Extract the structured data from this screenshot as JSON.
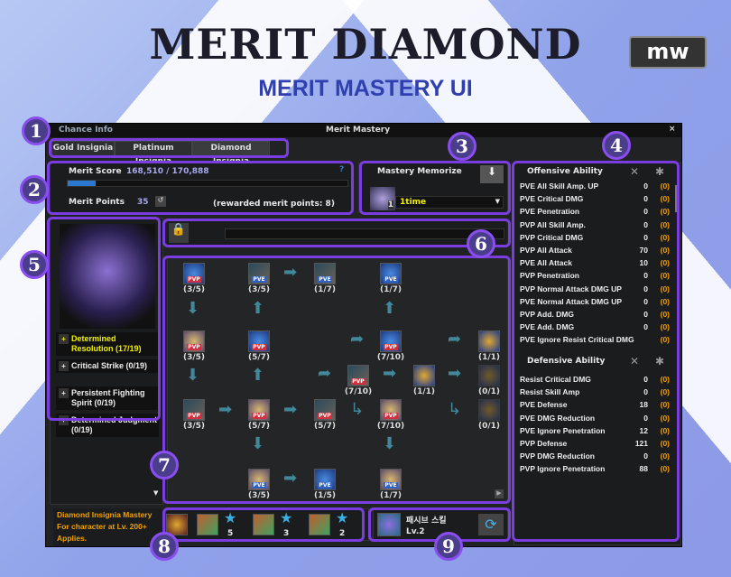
{
  "header": {
    "title": "MERIT DIAMOND",
    "subtitle": "MERIT MASTERY UI",
    "logo_text": "mw"
  },
  "window": {
    "title": "Merit Mastery",
    "chance_info": "Chance Info",
    "close": "×"
  },
  "tabs": [
    "Gold Insignia",
    "Platinum Insignia",
    "Diamond Insignia"
  ],
  "score": {
    "label": "Merit Score",
    "value": "168,510 / 170,888",
    "progress": 0.1,
    "help": "?",
    "points_label": "Merit Points",
    "points": "35",
    "rewarded": "(rewarded merit points: 8)"
  },
  "memorize": {
    "label": "Mastery Memorize",
    "slot": "1",
    "selected": "1time"
  },
  "masteries": [
    {
      "label": "Determined Resolution (17/19)",
      "active": true
    },
    {
      "label": "Critical Strike (0/19)"
    },
    {
      "label": "Persistent Fighting Spirit (0/19)"
    },
    {
      "label": "Determined Judgment (0/19)"
    }
  ],
  "description": [
    "Diamond Insignia Mastery",
    "For character at Lv. 200+",
    "Applies."
  ],
  "nodes": [
    {
      "tag": "PVP",
      "icon": "sword",
      "progress": "(3/5)"
    },
    {
      "tag": "PVE",
      "icon": "crossed-swords",
      "progress": "(3/5)"
    },
    {
      "tag": "PVE",
      "icon": "crossed-swords",
      "progress": "(1/7)"
    },
    {
      "tag": "PVE",
      "icon": "sword",
      "progress": "(1/7)"
    },
    {
      "tag": "PVP",
      "icon": "shield",
      "progress": "(3/5)"
    },
    {
      "tag": "PVP",
      "icon": "sword",
      "progress": "(5/7)"
    },
    {
      "tag": "PVP",
      "icon": "sword",
      "progress": "(7/10)"
    },
    {
      "tag": "",
      "icon": "medal",
      "progress": "(1/1)"
    },
    {
      "tag": "PVP",
      "icon": "crossed-swords",
      "progress": "(7/10)"
    },
    {
      "tag": "",
      "icon": "medal",
      "progress": "(1/1)"
    },
    {
      "tag": "",
      "icon": "medal-locked",
      "progress": "(0/1)"
    },
    {
      "tag": "PVP",
      "icon": "crossed-swords",
      "progress": "(3/5)"
    },
    {
      "tag": "PVP",
      "icon": "shield",
      "progress": "(5/7)"
    },
    {
      "tag": "PVP",
      "icon": "crossed-swords",
      "progress": "(5/7)"
    },
    {
      "tag": "PVP",
      "icon": "shield",
      "progress": "(7/10)"
    },
    {
      "tag": "",
      "icon": "medal-locked",
      "progress": "(0/1)"
    },
    {
      "tag": "PVE",
      "icon": "shield",
      "progress": "(3/5)"
    },
    {
      "tag": "PVE",
      "icon": "sword",
      "progress": "(1/5)"
    },
    {
      "tag": "PVE",
      "icon": "shield",
      "progress": "(1/7)"
    }
  ],
  "offensive": {
    "title": "Offensive Ability",
    "stats": [
      [
        "PVE All Skill Amp. UP",
        "0",
        "(0)"
      ],
      [
        "PVE Critical DMG",
        "0",
        "(0)"
      ],
      [
        "PVE Penetration",
        "0",
        "(0)"
      ],
      [
        "PVP All Skill Amp.",
        "0",
        "(0)"
      ],
      [
        "PVP Critical DMG",
        "0",
        "(0)"
      ],
      [
        "PVP All Attack",
        "70",
        "(0)"
      ],
      [
        "PVE All Attack",
        "10",
        "(0)"
      ],
      [
        "PVP Penetration",
        "0",
        "(0)"
      ],
      [
        "PVP Normal Attack DMG UP",
        "0",
        "(0)"
      ],
      [
        "PVE Normal Attack DMG UP",
        "0",
        "(0)"
      ],
      [
        "PVP Add. DMG",
        "0",
        "(0)"
      ],
      [
        "PVE Add. DMG",
        "0",
        "(0)"
      ],
      [
        "PVE Ignore Resist Critical DMG",
        "",
        "(0)"
      ]
    ]
  },
  "defensive": {
    "title": "Defensive Ability",
    "stats": [
      [
        "Resist Critical DMG",
        "0",
        "(0)"
      ],
      [
        "Resist Skill Amp",
        "0",
        "(0)"
      ],
      [
        "PVE Defense",
        "18",
        "(0)"
      ],
      [
        "PVE DMG Reduction",
        "0",
        "(0)"
      ],
      [
        "PVE Ignore Penetration",
        "12",
        "(0)"
      ],
      [
        "PVP Defense",
        "121",
        "(0)"
      ],
      [
        "PVP DMG Reduction",
        "0",
        "(0)"
      ],
      [
        "PVP Ignore Penetration",
        "88",
        "(0)"
      ]
    ]
  },
  "buffs": [
    {
      "icon": "bow",
      "stars": "5"
    },
    {
      "icon": "fist",
      "stars": "3"
    },
    {
      "icon": "bow",
      "stars": "2"
    }
  ],
  "passive": {
    "name": "패시브 스킬",
    "level": "Lv.2"
  },
  "callouts": [
    "1",
    "2",
    "3",
    "4",
    "5",
    "6",
    "7",
    "8",
    "9"
  ],
  "colors": {
    "accent": "#7a3ee0",
    "bonus": "#f5a000",
    "active": "#f0f000"
  }
}
